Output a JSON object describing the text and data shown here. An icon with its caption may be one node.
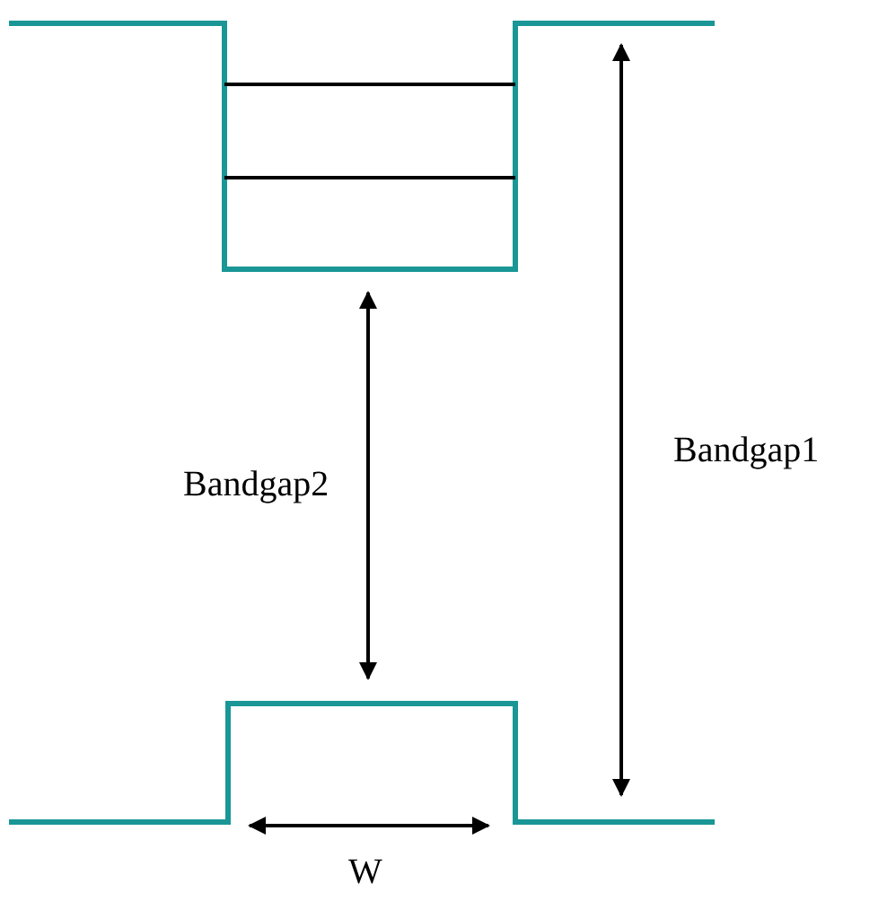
{
  "diagram": {
    "labels": [
      "Bandgap2",
      "Bandgap1",
      "W"
    ]
  }
}
